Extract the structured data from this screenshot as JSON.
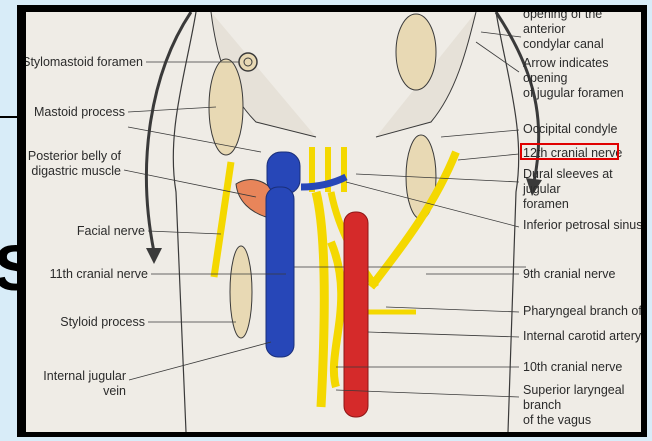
{
  "background": {
    "letter": "S",
    "color": "#d8ecf8"
  },
  "figure": {
    "highlight_color": "#e00000",
    "colors": {
      "nerve": "#f4d800",
      "vein": "#2747b8",
      "artery": "#d52a2a",
      "bone": "#e8d9b4"
    },
    "left_labels": [
      {
        "key": "stylomastoid",
        "text": "Stylomastoid foramen"
      },
      {
        "key": "mastoid",
        "text": "Mastoid process"
      },
      {
        "key": "digastric",
        "text": "Posterior belly of\ndigastric muscle"
      },
      {
        "key": "facial",
        "text": "Facial nerve"
      },
      {
        "key": "eleventh",
        "text": "11th cranial nerve"
      },
      {
        "key": "styloid",
        "text": "Styloid process"
      },
      {
        "key": "ijv",
        "text": "Internal jugular\nvein"
      }
    ],
    "right_labels": [
      {
        "key": "condylar",
        "text": "opening of the anterior\ncondylar canal"
      },
      {
        "key": "arrow",
        "text": "Arrow indicates opening\nof jugular foramen"
      },
      {
        "key": "occipital",
        "text": "Occipital condyle"
      },
      {
        "key": "twelfth",
        "text": "12th cranial nerve"
      },
      {
        "key": "dural",
        "text": "Dural sleeves at jugular\nforamen"
      },
      {
        "key": "petrosal",
        "text": "Inferior petrosal sinus"
      },
      {
        "key": "ninth",
        "text": "9th cranial nerve"
      },
      {
        "key": "pharyngeal",
        "text": "Pharyngeal branch of vagus"
      },
      {
        "key": "ica",
        "text": "Internal carotid artery"
      },
      {
        "key": "tenth",
        "text": "10th cranial nerve"
      },
      {
        "key": "laryngeal",
        "text": "Superior laryngeal branch\nof the vagus"
      }
    ]
  }
}
